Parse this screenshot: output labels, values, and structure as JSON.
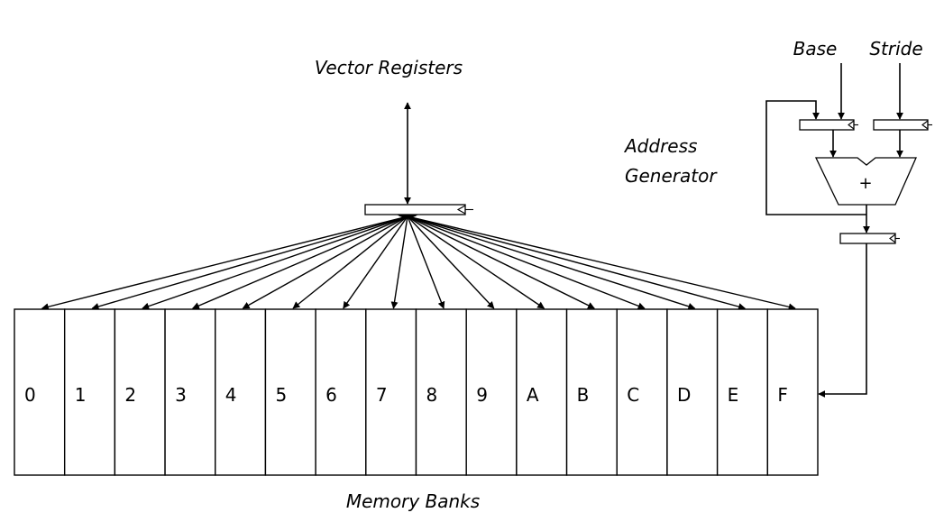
{
  "labels": {
    "vector_registers": "Vector Registers",
    "address_generator_line1": "Address",
    "address_generator_line2": "Generator",
    "base": "Base",
    "stride": "Stride",
    "memory_banks": "Memory Banks",
    "adder_symbol": "+"
  },
  "banks": [
    "0",
    "1",
    "2",
    "3",
    "4",
    "5",
    "6",
    "7",
    "8",
    "9",
    "A",
    "B",
    "C",
    "D",
    "E",
    "F"
  ],
  "colors": {
    "stroke": "#000000",
    "background": "#ffffff"
  }
}
